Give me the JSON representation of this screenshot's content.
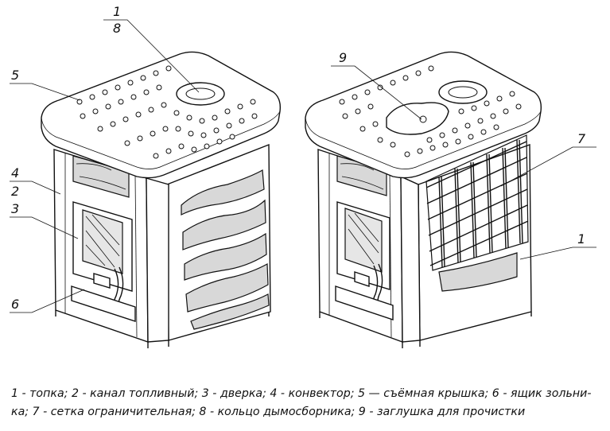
{
  "callouts": {
    "c1a": "1",
    "c8": "8",
    "c5": "5",
    "c4": "4",
    "c2": "2",
    "c3": "3",
    "c6": "6",
    "c9": "9",
    "c7": "7",
    "c1b": "1"
  },
  "caption": {
    "line1": "1 - топка; 2 - канал топливный; 3 - дверка; 4 - конвектор; 5 — съёмная крышка; 6 - ящик зольни-",
    "line2": "ка; 7 - сетка ограничительная; 8 - кольцо дымосборника; 9 - заглушка для прочистки"
  }
}
